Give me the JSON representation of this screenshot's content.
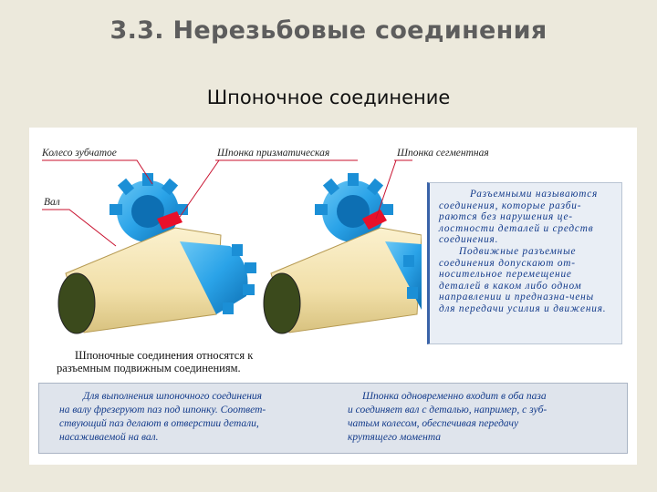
{
  "slide": {
    "title": "3.3. Нерезьбовые соединения",
    "subtitle": "Шпоночное соединение"
  },
  "figure": {
    "labels": {
      "gear": "Колесо зубчатое",
      "prismatic_key": "Шпонка призматическая",
      "shaft": "Вал",
      "segment_key": "Шпонка сегментная"
    },
    "colors": {
      "gear": "#2aa3e8",
      "gear_dark": "#0d6fb3",
      "shaft": "#f3e2ae",
      "shaft_end": "#3b4a1c",
      "key": "#e8102a",
      "callout": "#c8102e"
    }
  },
  "definition_box": {
    "lines_p1": [
      "Разъемными называются",
      "соединения, которые разби-",
      "раются без нарушения це-",
      "лостности деталей и средств",
      "соединения."
    ],
    "lines_p2": [
      "Подвижные разъемные",
      "соединения допускают от-",
      "носительное перемещение",
      "деталей в каком либо одном",
      "направлении и предназна-чены",
      "для передачи усилия и движения."
    ]
  },
  "caption": {
    "lines": [
      "Шпоночные соединения относятся к",
      "разъемным подвижным соединениям."
    ]
  },
  "bottom_box": {
    "left_lines": [
      "Для выполнения шпоночного соединения",
      "на валу фрезеруют паз под шпонку. Соответ-",
      "ствующий паз делают в отверстии детали,",
      "насаживаемой на вал."
    ],
    "right_lines": [
      "Шпонка одновременно входит в оба паза",
      "и соединяет вал с деталью, например, с зуб-",
      "чатым колесом,  обеспечивая  передачу",
      "крутящего момента"
    ]
  }
}
